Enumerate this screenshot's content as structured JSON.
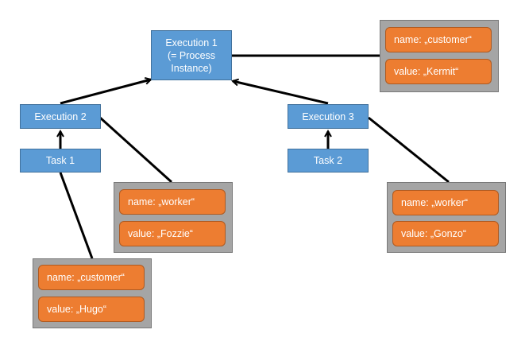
{
  "nodes": {
    "execution1": "Execution 1\n(= Process\nInstance)",
    "execution2": "Execution 2",
    "execution3": "Execution 3",
    "task1": "Task 1",
    "task2": "Task 2"
  },
  "variables": {
    "execution1": {
      "name": "name: „customer“",
      "value": "value: „Kermit“"
    },
    "execution2": {
      "name": "name: „worker“",
      "value": "value: „Fozzie“"
    },
    "execution3": {
      "name": "name: „worker“",
      "value": "value: „Gonzo“"
    },
    "task1": {
      "name": "name: „customer“",
      "value": "value: „Hugo“"
    }
  },
  "colors": {
    "execution": "#5b9bd5",
    "variable_field": "#ed7d31",
    "variable_group": "#a5a5a5",
    "connector": "#000000"
  }
}
